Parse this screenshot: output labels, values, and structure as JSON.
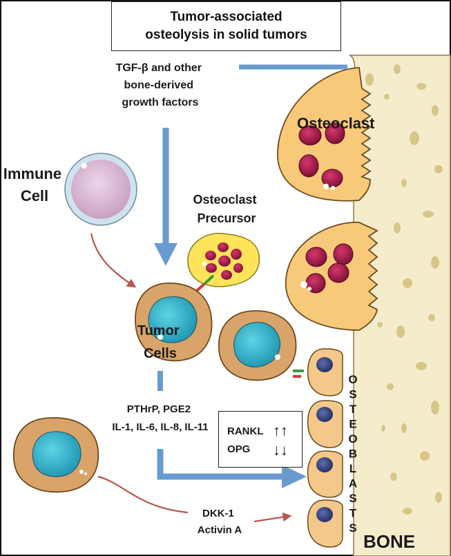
{
  "title": {
    "line1": "Tumor-associated",
    "line2": "osteolysis in solid tumors"
  },
  "growth_factors": {
    "line1": "TGF-β and other",
    "line2": "bone-derived",
    "line3": "growth factors"
  },
  "labels": {
    "osteoclast": "Osteoclast",
    "immune_line1": "Immune",
    "immune_line2": "Cell",
    "precursor_line1": "Osteoclast",
    "precursor_line2": "Precursor",
    "tumor_line1": "Tumor",
    "tumor_line2": "Cells",
    "bone": "BONE",
    "osteoblasts_letters": [
      "O",
      "S",
      "T",
      "E",
      "O",
      "B",
      "L",
      "A",
      "S",
      "T",
      "S"
    ]
  },
  "factors": {
    "line1": "PTHrP, PGE2",
    "line2": "IL-1, IL-6, IL-8, IL-11"
  },
  "rankl_box": {
    "rankl": "RANKL",
    "rankl_arrows": "↑↑",
    "opg": "OPG",
    "opg_arrows": "↓↓"
  },
  "dkk": {
    "line1": "DKK-1",
    "line2": "Activin A"
  },
  "colors": {
    "bone": "#f5eccb",
    "bone_pit": "#d8c689",
    "osteoclast": "#f9c97a",
    "nucleus_red": "#a8174a",
    "blue_arrow": "#6a9bd0",
    "red_arrow": "#b5554d",
    "tumor_cytoplasm": "#d9a46a",
    "tumor_nucleus": "#2fb8d0",
    "osteoblast": "#f4c88a",
    "osteoblast_nucleus": "#2f3f7a",
    "immune_cell": "#d8b6d3",
    "precursor": "#ffe45a"
  }
}
